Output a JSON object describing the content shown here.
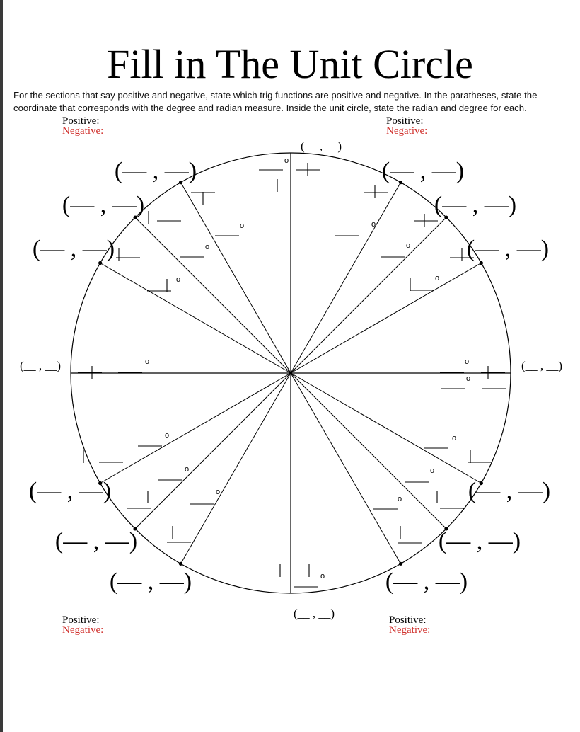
{
  "worksheet": {
    "title": "Fill in The Unit Circle",
    "instructions": "For the sections that say positive and negative, state which trig functions are positive and negative. In the paratheses, state the coordinate that corresponds with the degree and radian measure. Inside the unit circle, state the radian and degree for each."
  },
  "quadrant_labels": {
    "q1": {
      "positive": "Positive:",
      "negative": "Negative:"
    },
    "q2": {
      "positive": "Positive:",
      "negative": "Negative:"
    },
    "q3": {
      "positive": "Positive:",
      "negative": "Negative:"
    },
    "q4": {
      "positive": "Positive:",
      "negative": "Negative:"
    }
  },
  "coordinate_blanks": {
    "axis_blank": "(__ , __)",
    "angle_blank": "(— , —)"
  },
  "angle_markers": {
    "degree_symbol": "o"
  },
  "colors": {
    "positive_label": "#000000",
    "negative_label": "#d0312d",
    "lines": "#000000"
  }
}
